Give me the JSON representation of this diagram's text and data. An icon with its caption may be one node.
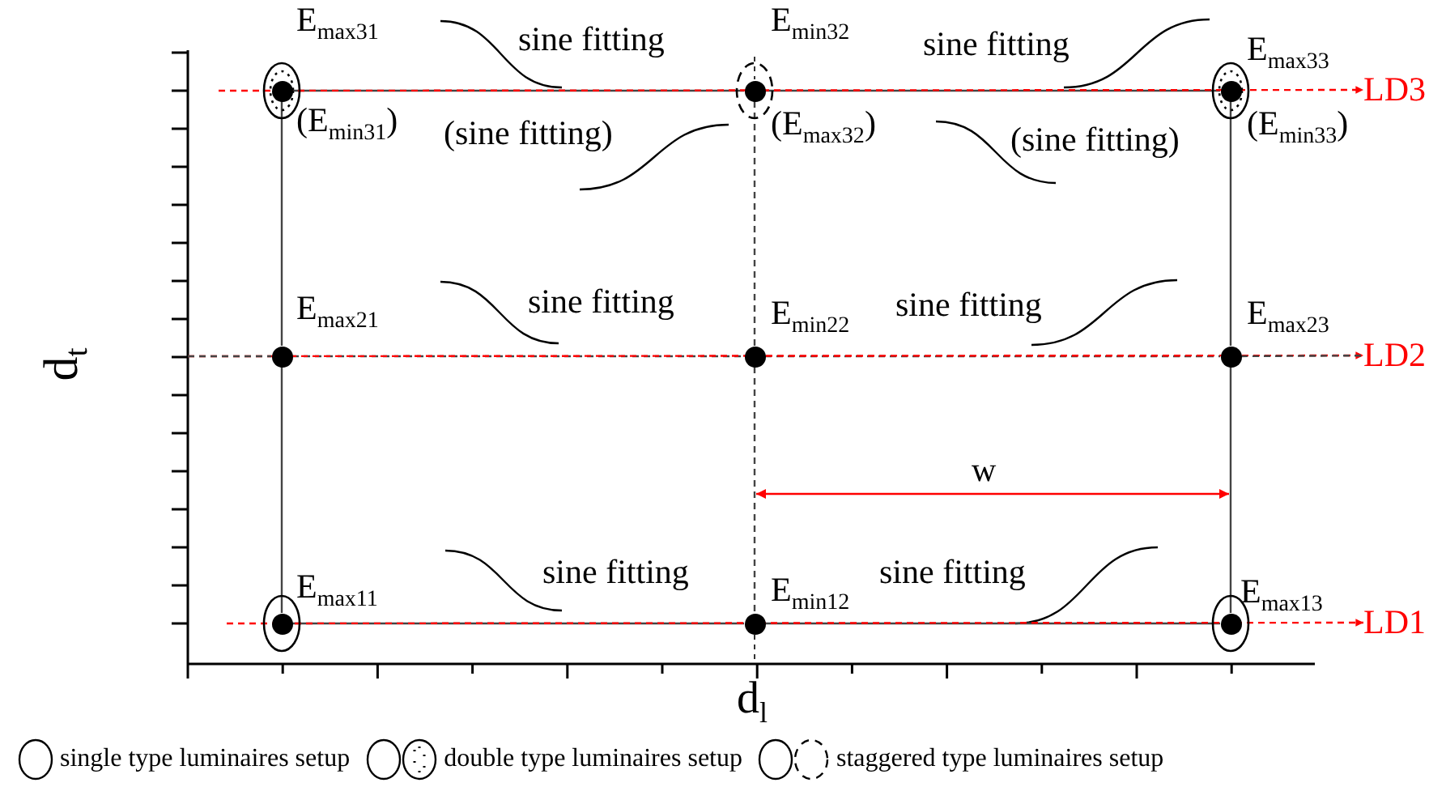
{
  "diagram": {
    "nodes": [
      {
        "text": [],
        "shape": "circle",
        "beside": [
          "E$_{max31}$",
          "(E$_{min31}$)"
        ]
      },
      {
        "text": [],
        "shape": "circle",
        "beside": [
          "E$_{min32}$",
          "(E$_{max32}$)"
        ]
      },
      {
        "text": [],
        "shape": "circle",
        "beside": [
          "E$_{max33}$",
          "(E$_{min33}$)"
        ]
      },
      {
        "text": [],
        "shape": "circle",
        "beside": [
          "E$_{max21}$"
        ]
      },
      {
        "text": [],
        "shape": "circle",
        "beside": [
          "E$_{min22}$"
        ]
      },
      {
        "text": [],
        "shape": "circle",
        "beside": [
          "E$_{max23}$"
        ]
      },
      {
        "text": [],
        "shape": "circle",
        "beside": [
          "E$_{max11}$"
        ]
      },
      {
        "text": [],
        "shape": "circle",
        "beside": [
          "E$_{min12}$"
        ]
      },
      {
        "text": [],
        "shape": "circle",
        "beside": [
          "E$_{max13}$"
        ]
      },
      {
        "text": [
          "LD3"
        ]
      },
      {
        "text": [
          "LD2"
        ]
      },
      {
        "text": [
          "LD1"
        ]
      }
    ],
    "edges": [
      {
        "from": 0,
        "to": 1,
        "arrow": "none"
      },
      {
        "from": 1,
        "to": 2,
        "arrow": "none"
      },
      {
        "from": 3,
        "to": 4,
        "arrow": "none",
        "style": "dashed"
      },
      {
        "from": 4,
        "to": 5,
        "arrow": "none",
        "style": "dashed"
      },
      {
        "from": 6,
        "to": 7,
        "arrow": "none"
      },
      {
        "from": 7,
        "to": 8,
        "arrow": "none"
      },
      {
        "from": 0,
        "to": 3,
        "arrow": "none"
      },
      {
        "from": 3,
        "to": 6,
        "arrow": "none"
      },
      {
        "from": 1,
        "to": 4,
        "arrow": "none",
        "style": "dashed"
      },
      {
        "from": 4,
        "to": 7,
        "arrow": "none",
        "style": "dashed"
      },
      {
        "from": 2,
        "to": 5,
        "arrow": "none"
      },
      {
        "from": 5,
        "to": 8,
        "arrow": "none"
      },
      {
        "from": null,
        "to": 9,
        "arrow": "to",
        "style": "dashed",
        "color": "#ff0000"
      },
      {
        "from": null,
        "to": 10,
        "arrow": "to",
        "style": "dashed",
        "color": "#ff0000"
      },
      {
        "from": null,
        "to": 11,
        "arrow": "to",
        "style": "dashed",
        "color": "#ff0000"
      },
      {
        "from": null,
        "to": 3,
        "arrow": "none",
        "style": "dashed"
      },
      {
        "from": 5,
        "to": 10,
        "arrow": "none",
        "style": "dashed"
      }
    ],
    "labels": [
      "d$_{t}$",
      "sine fitting",
      "sine fitting",
      "(sine fitting)",
      "(sine fitting)",
      "sine fitting",
      "sine fitting",
      "w",
      "sine fitting",
      "sine fitting",
      "d$_{l}$"
    ],
    "legend": [
      {
        "text": "single type luminaires setup"
      },
      {
        "text": "double type luminaires setup"
      },
      {
        "text": "staggered type luminaires setup"
      }
    ]
  }
}
